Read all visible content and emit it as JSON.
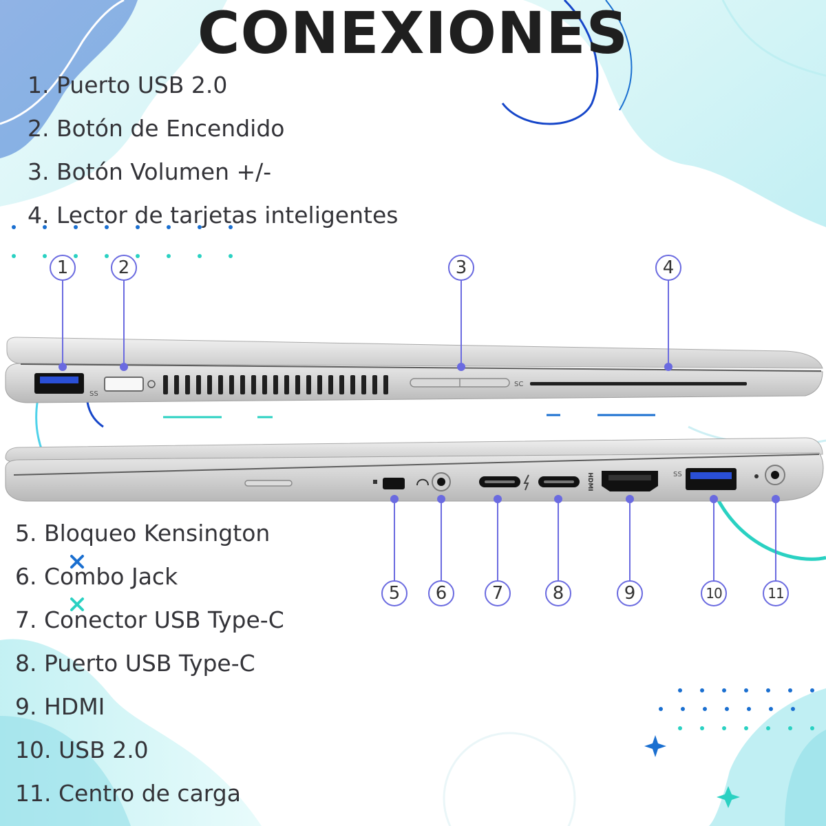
{
  "title": "CONEXIONES",
  "top_list": [
    "1. Puerto USB 2.0",
    "2. Botón de Encendido",
    "3. Botón Volumen +/-",
    "4. Lector de tarjetas inteligentes"
  ],
  "bottom_list": [
    "5. Bloqueo Kensington",
    "6. Combo Jack",
    "7. Conector USB Type-C",
    "8. Puerto USB Type-C",
    "9. HDMI",
    "10. USB 2.0",
    "11. Centro de carga"
  ],
  "callouts": [
    "1",
    "2",
    "3",
    "4",
    "5",
    "6",
    "7",
    "8",
    "9",
    "10",
    "11"
  ],
  "port_labels": {
    "ss_left": "SS",
    "sc": "SC",
    "hdmi": "HDMI",
    "ss_right": "SS"
  },
  "colors": {
    "accent_blue": "#1f4fc1",
    "accent_teal": "#2ad1c2",
    "callout": "#6a6ae0",
    "text": "#333338",
    "title": "#1f1f1f"
  }
}
